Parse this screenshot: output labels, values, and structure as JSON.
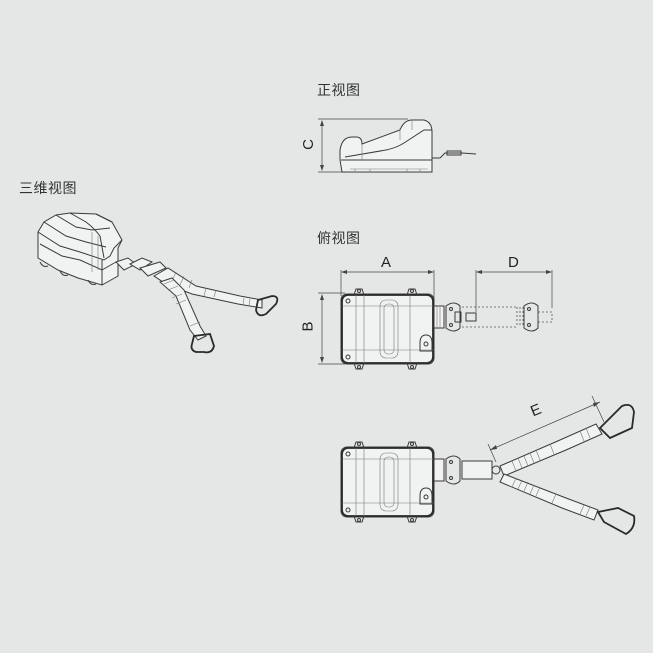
{
  "views": {
    "front": {
      "title": "正视图",
      "dims": {
        "height": "C"
      }
    },
    "iso": {
      "title": "三维视图"
    },
    "top": {
      "title": "俯视图",
      "dims": {
        "width": "A",
        "depth": "B",
        "lanyard_retracted": "D"
      }
    },
    "extended": {
      "dims": {
        "lanyard_length": "E"
      }
    }
  },
  "colors": {
    "background": "#e5e7e7",
    "line": "#3a3a3a"
  }
}
